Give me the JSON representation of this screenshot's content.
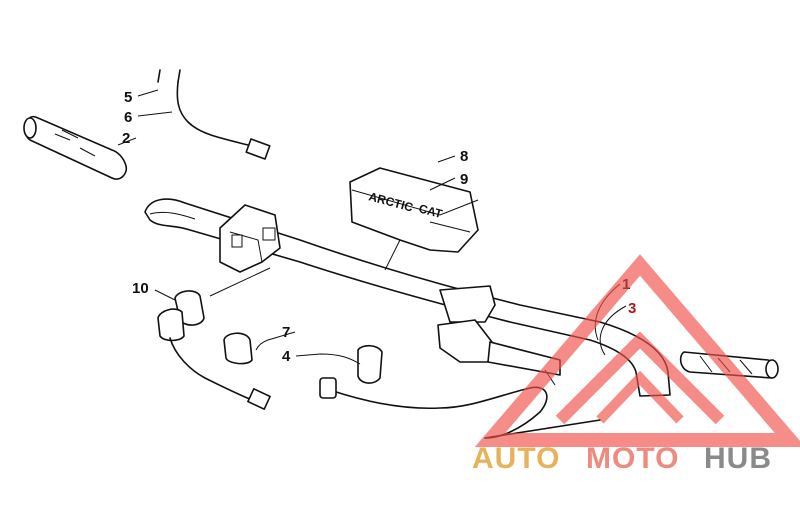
{
  "diagram": {
    "callouts": {
      "c1": "1",
      "c2": "2",
      "c3": "3",
      "c4": "4",
      "c5": "5",
      "c6": "6",
      "c7": "7",
      "c8": "8",
      "c9": "9",
      "c10": "10"
    },
    "pad_text": {
      "left": "ARCTIC",
      "right": "CAT"
    }
  },
  "watermark": {
    "part_auto": "AUTO",
    "part_moto": "MOTO",
    "part_hub": "HUB",
    "colors": {
      "auto": "#e6b35a",
      "moto": "#f08a80",
      "hub": "#8a8a8a",
      "triangle": "#f0504a"
    }
  }
}
